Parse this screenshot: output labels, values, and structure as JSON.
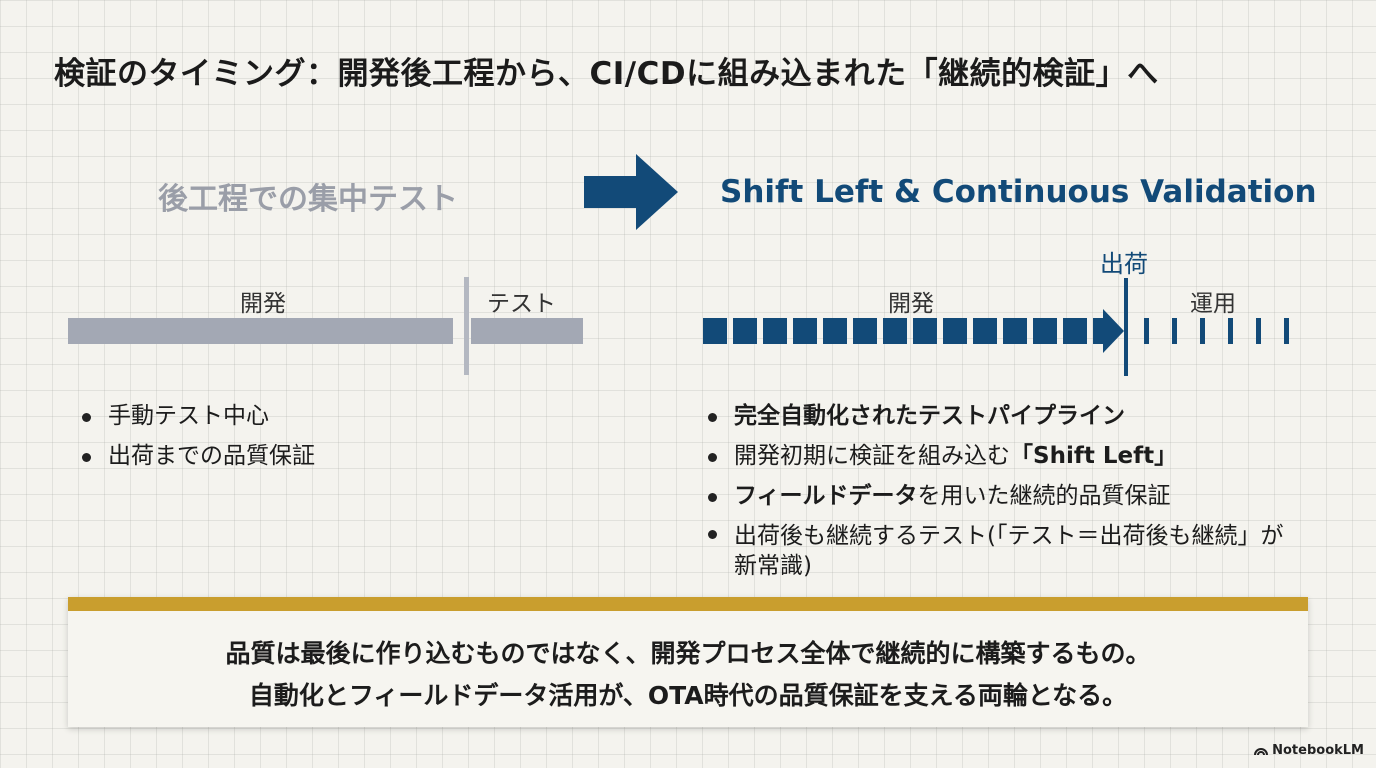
{
  "title": "検証のタイミング：開発後工程から、CI/CDに組み込まれた「継続的検証」へ",
  "left": {
    "heading": "後工程での集中テスト",
    "phase_dev": "開発",
    "phase_test": "テスト",
    "bullets": [
      "手動テスト中心",
      "出荷までの品質保証"
    ]
  },
  "right": {
    "heading": "Shift Left & Continuous Validation",
    "ship_label": "出荷",
    "phase_dev": "開発",
    "phase_ops": "運用",
    "bullets": {
      "b1": "完全自動化されたテストパイプライン",
      "b2_pre": "開発初期に検証を組み込む",
      "b2_bold": "「Shift Left」",
      "b3_bold": "フィールドデータ",
      "b3_post": "を用いた継続的品質保証",
      "b4": "出荷後も継続するテスト(「テスト＝出荷後も継続」が新常識)"
    }
  },
  "callout": {
    "line1": "品質は最後に作り込むものではなく、開発プロセス全体で継続的に構築するもの。",
    "line2": "自動化とフィールドデータ活用が、OTA時代の品質保証を支える両輪となる。"
  },
  "brand": "NotebookLM",
  "colors": {
    "accent_blue": "#124a78",
    "legacy_gray": "#a3a8b4",
    "callout_gold": "#c99e2e"
  }
}
